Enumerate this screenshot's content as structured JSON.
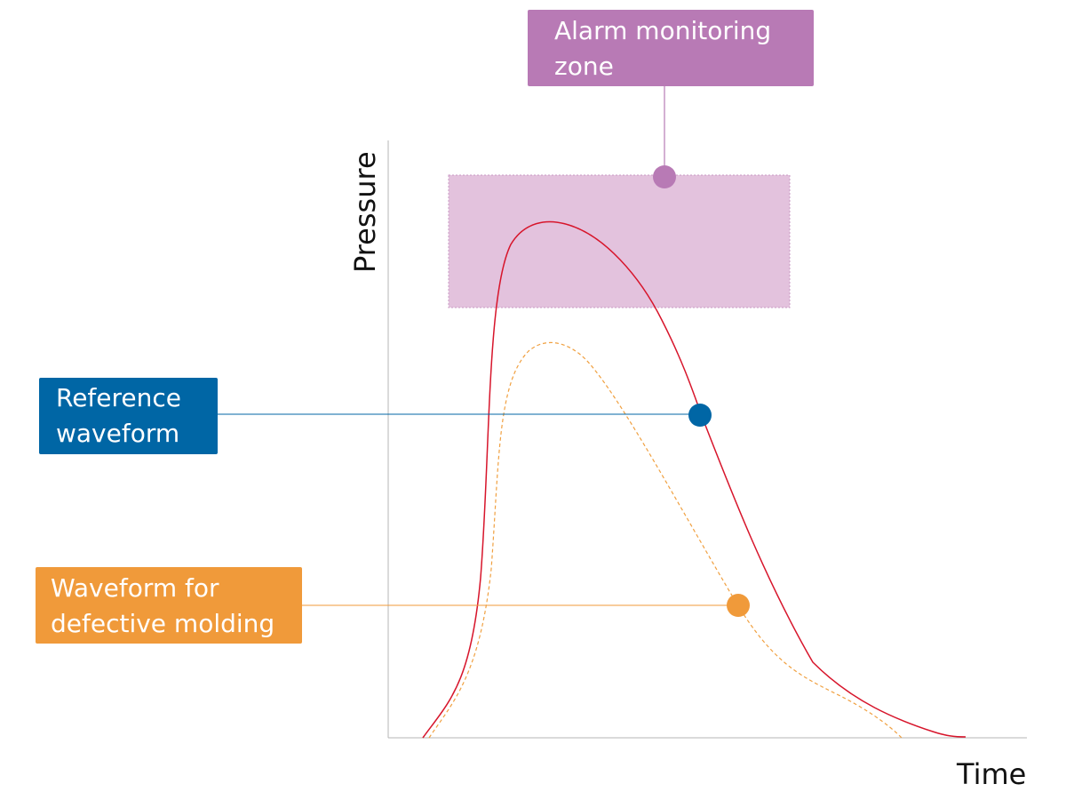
{
  "axes": {
    "x_label": "Time",
    "y_label": "Pressure"
  },
  "callouts": {
    "alarm_zone": {
      "line1": "Alarm monitoring",
      "line2": "zone"
    },
    "reference": {
      "line1": "Reference",
      "line2": "waveform"
    },
    "defective": {
      "line1": "Waveform for",
      "line2": "defective molding"
    }
  },
  "colors": {
    "alarm": "#b87ab5",
    "alarm_zone_fill": "#e3c2dd",
    "reference": "#0066a5",
    "defective": "#f09a3a",
    "reference_curve": "#d7152b",
    "defective_curve": "#f0a040",
    "axis": "#b4b4b4"
  }
}
